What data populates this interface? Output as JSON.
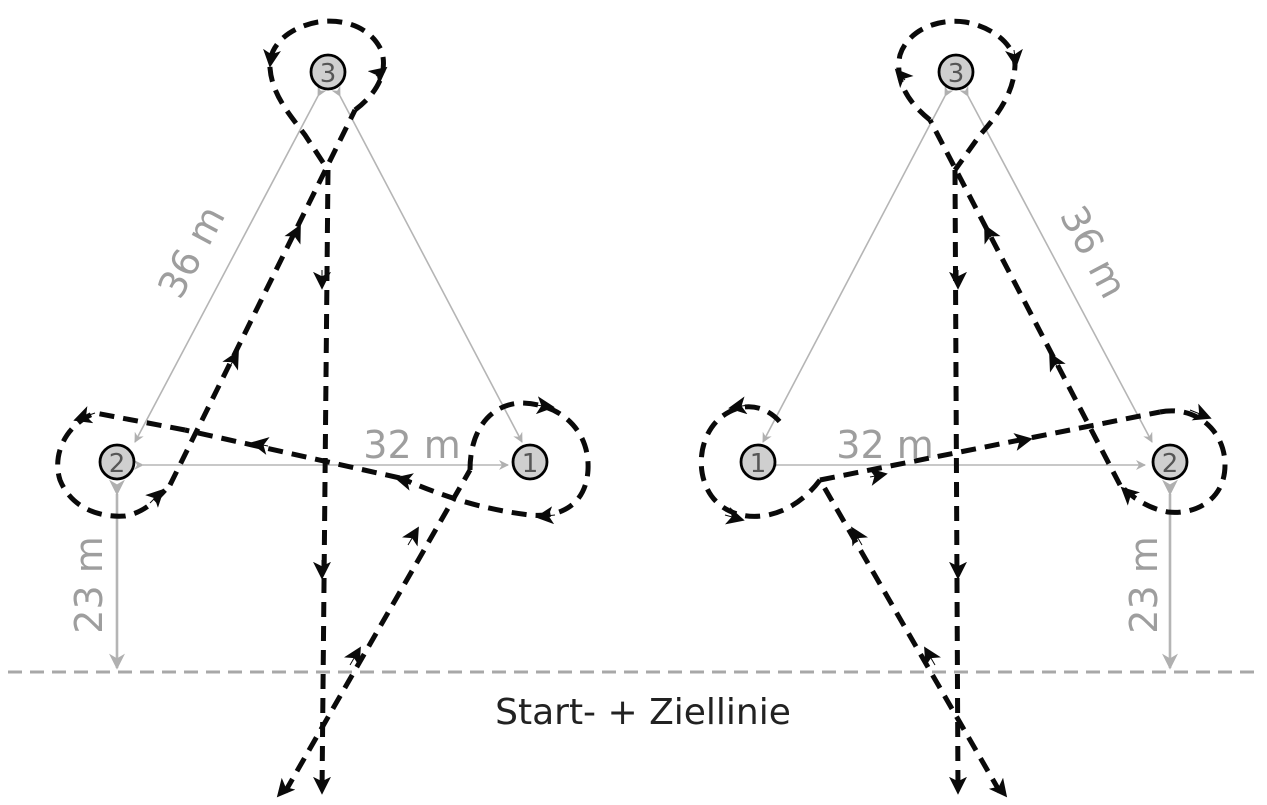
{
  "diagram": {
    "start_finish_label": "Start- + Ziellinie",
    "left_course": {
      "buoys": [
        "1",
        "2",
        "3"
      ],
      "distance_3_to_2": "36 m",
      "distance_1_to_2": "32 m",
      "distance_2_to_line": "23 m"
    },
    "right_course": {
      "buoys": [
        "1",
        "2",
        "3"
      ],
      "distance_3_to_2": "36 m",
      "distance_1_to_2": "32 m",
      "distance_2_to_line": "23 m"
    },
    "colors": {
      "path": "#0a0a0a",
      "measure": "#b5b5b5",
      "buoy_fill": "#cfcfcf",
      "baseline": "#a8a8a8"
    }
  }
}
